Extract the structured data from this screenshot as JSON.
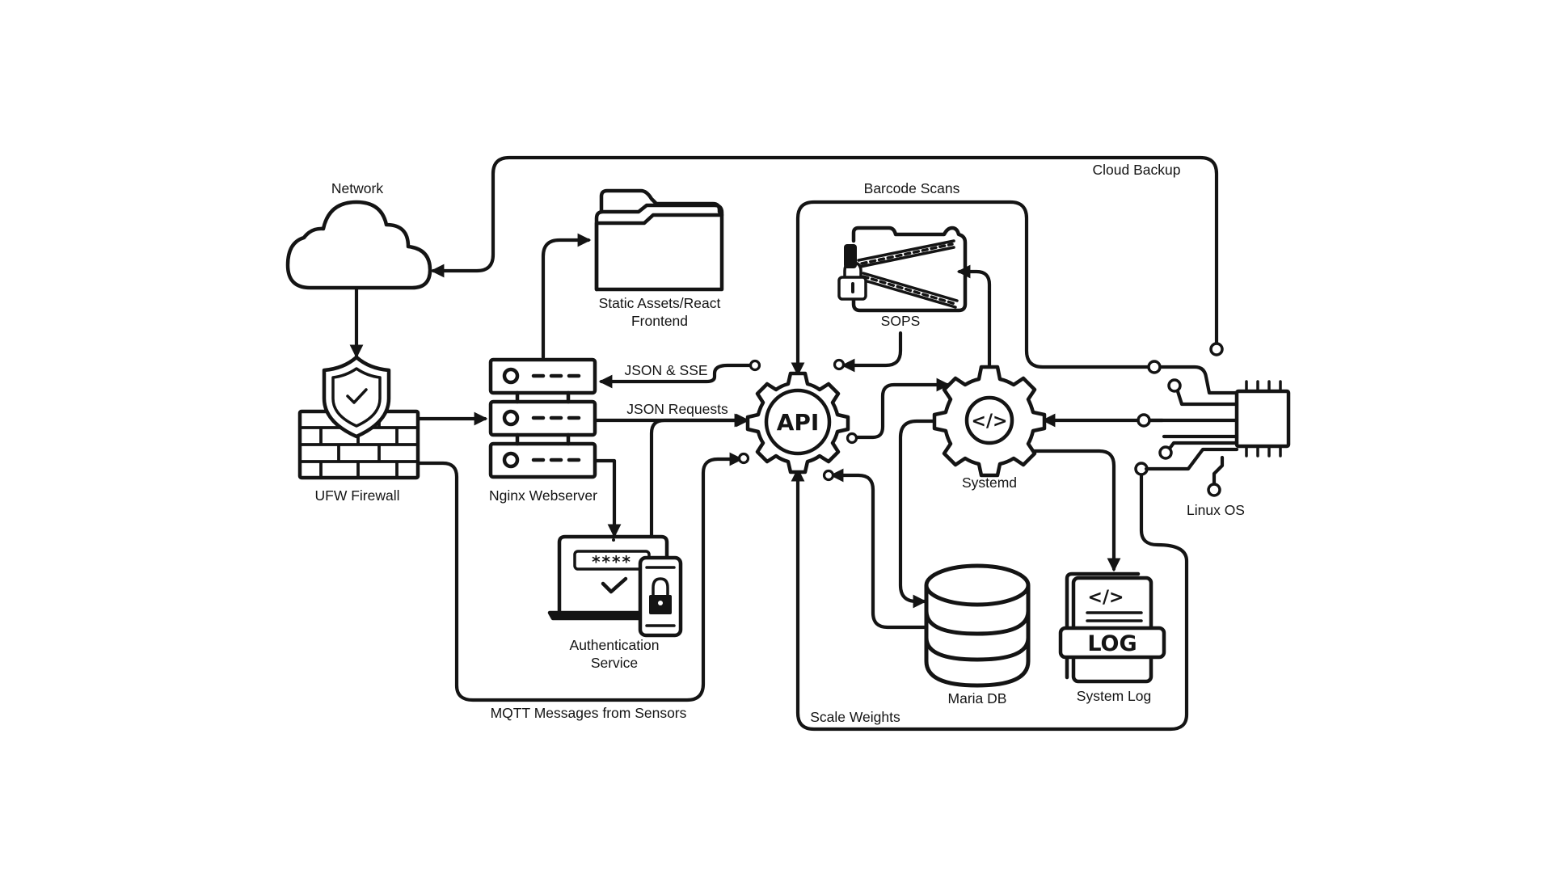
{
  "nodes": {
    "network": "Network",
    "firewall": "UFW Firewall",
    "webserver": "Nginx Webserver",
    "static_line1": "Static Assets/React",
    "static_line2": "Frontend",
    "auth_line1": "Authentication",
    "auth_line2": "Service",
    "sops": "SOPS",
    "systemd": "Systemd",
    "mariadb": "Maria DB",
    "syslog": "System Log",
    "linux": "Linux OS",
    "api_glyph": "API",
    "code_glyph": "</>",
    "log_glyph": "LOG",
    "pw_glyph": "****"
  },
  "edges": {
    "cloud_backup": "Cloud Backup",
    "barcode_scans": "Barcode Scans",
    "json_sse": "JSON & SSE",
    "json_requests": "JSON Requests",
    "mqtt": "MQTT Messages from Sensors",
    "scale_weights": "Scale Weights"
  },
  "colors": {
    "ink": "#141414",
    "background": "#ffffff"
  }
}
